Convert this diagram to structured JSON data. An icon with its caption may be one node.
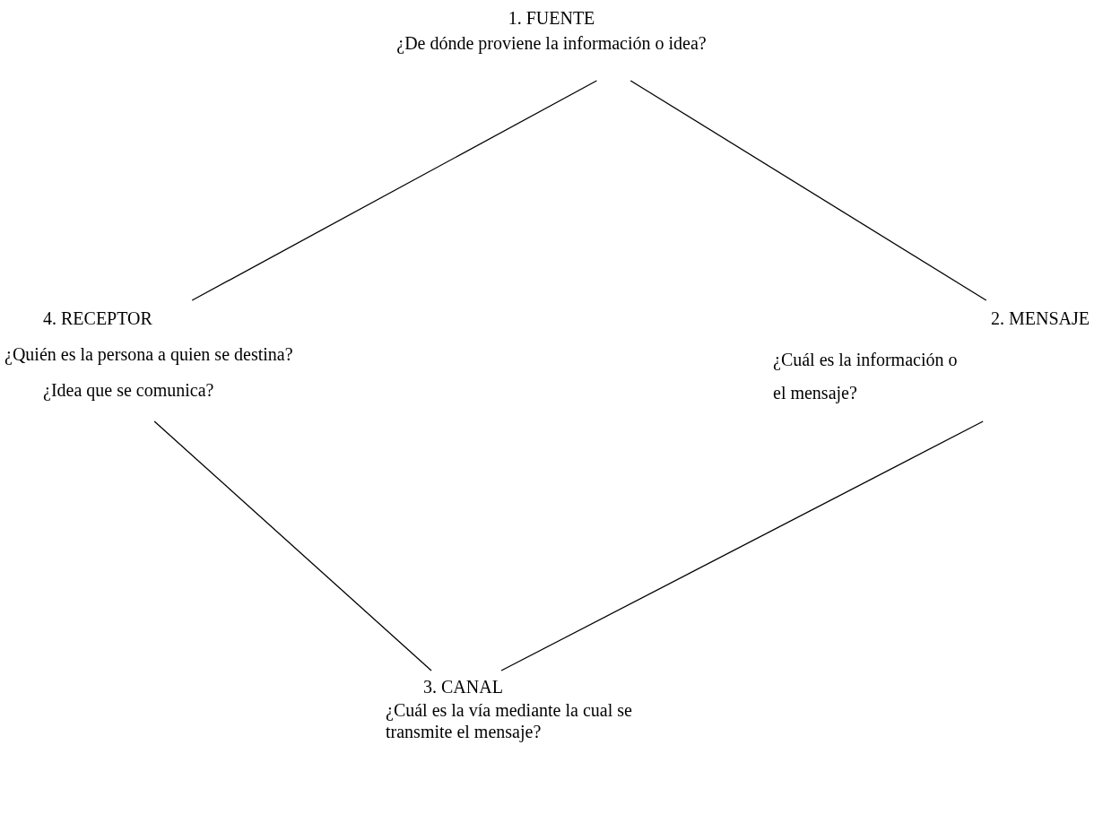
{
  "diagram": {
    "nodes": [
      {
        "text": [
          "1. FUENTE",
          "¿De dónde proviene la información o idea?"
        ]
      },
      {
        "text": [
          "2. MENSAJE",
          "¿Cuál es la información o el mensaje?"
        ]
      },
      {
        "text": [
          "3. CANAL",
          "¿Cuál es la vía mediante la cual se transmite el mensaje?"
        ]
      },
      {
        "text": [
          "4. RECEPTOR",
          "¿Quién es la persona a quien se destina?",
          "¿Idea que se comunica?"
        ]
      }
    ],
    "edges": [
      {
        "from": 0,
        "to": 3,
        "arrow": "none"
      },
      {
        "from": 0,
        "to": 1,
        "arrow": "none"
      },
      {
        "from": 3,
        "to": 2,
        "arrow": "none"
      },
      {
        "from": 1,
        "to": 2,
        "arrow": "none"
      }
    ]
  }
}
